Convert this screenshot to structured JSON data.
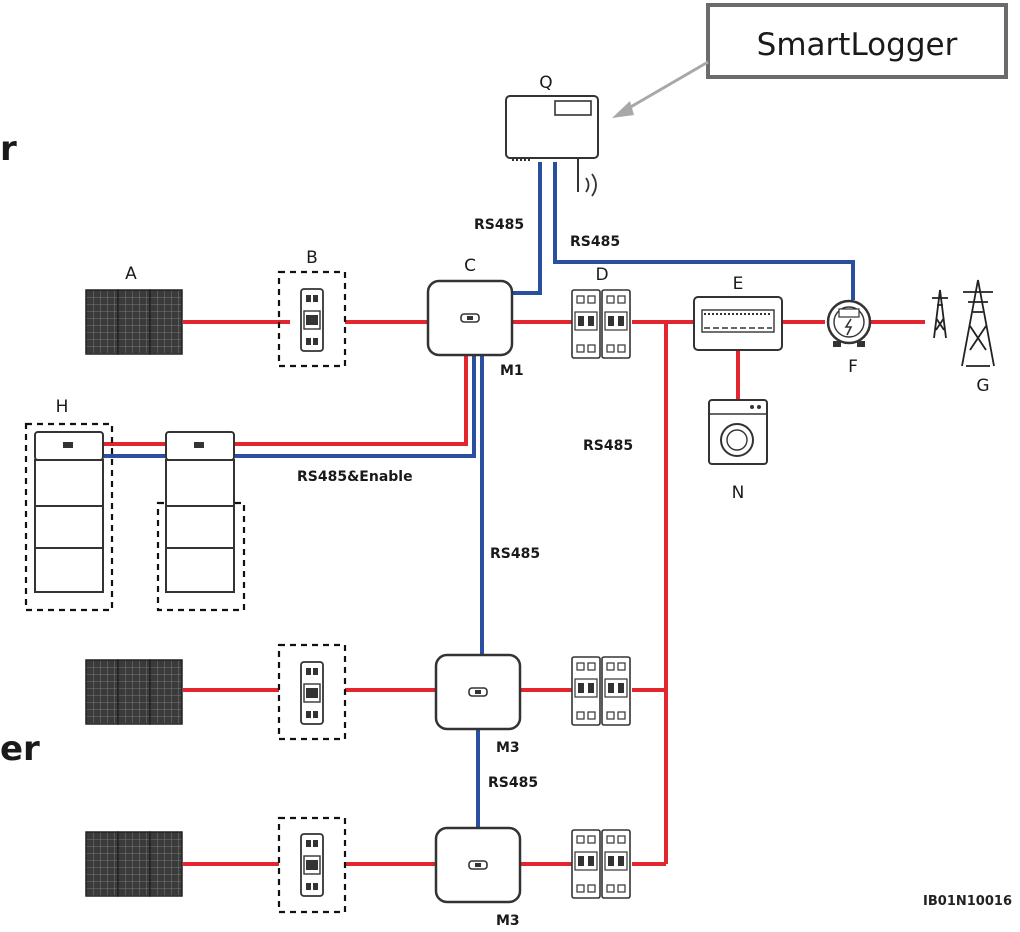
{
  "callout": {
    "text": "SmartLogger"
  },
  "side_labels": {
    "top": "r",
    "bottom": "er"
  },
  "nodes": {
    "A": "A",
    "B": "B",
    "C": "C",
    "D": "D",
    "E": "E",
    "F": "F",
    "G": "G",
    "H": "H",
    "N": "N",
    "Q": "Q"
  },
  "ports": {
    "m1": "M1",
    "m3a": "M3",
    "m3b": "M3"
  },
  "links": {
    "q_c": "RS485",
    "q_f": "RS485",
    "battery": "RS485&Enable",
    "c_m2": "RS485",
    "bus": "RS485",
    "m2_m3": "RS485"
  },
  "figure_code": "IB01N10016",
  "colors": {
    "power": "#e3262d",
    "comm": "#2a4fa0",
    "callout_border": "#6b6b6b",
    "arrow": "#a8a8a8"
  }
}
